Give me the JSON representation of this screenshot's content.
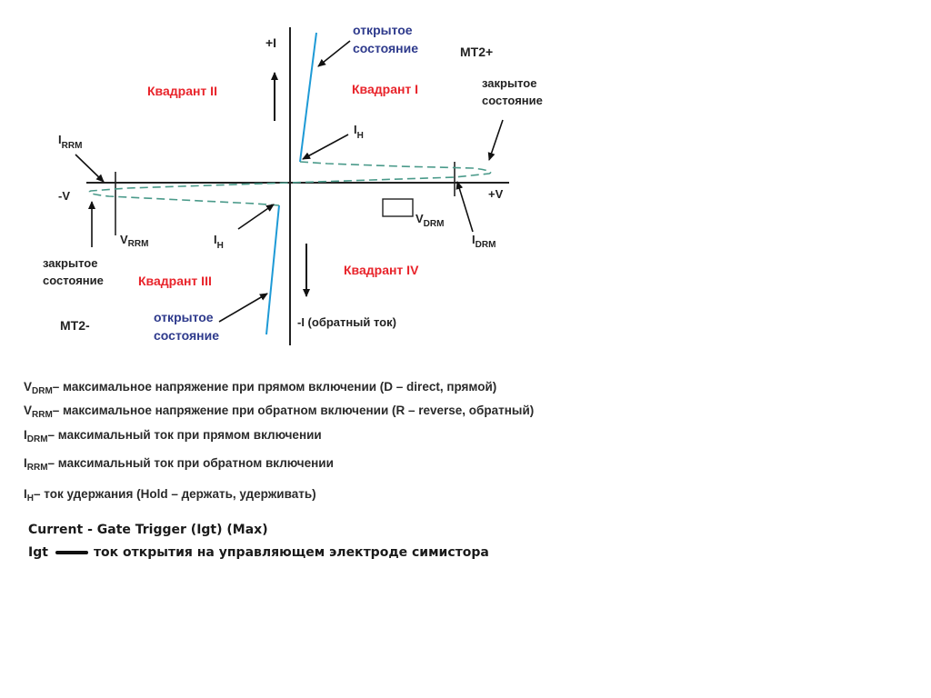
{
  "diagram": {
    "axis": {
      "plus_i": "+I",
      "minus_i": "-I (обратный ток)",
      "plus_v": "+V",
      "minus_v": "-V"
    },
    "quadrants": {
      "q1": "Квадрант I",
      "q2": "Квадрант II",
      "q3": "Квадрант III",
      "q4": "Квадрант IV"
    },
    "terminals": {
      "mt2_plus": "MT2+",
      "mt2_minus": "MT2-"
    },
    "states": {
      "open_top_l1": "открытое",
      "open_top_l2": "состояние",
      "closed_right_l1": "закрытое",
      "closed_right_l2": "состояние",
      "closed_left_l1": "закрытое",
      "closed_left_l2": "состояние",
      "open_bottom_l1": "открытое",
      "open_bottom_l2": "состояние"
    },
    "symbols": {
      "i_letter": "I",
      "v_letter": "V",
      "ih_sub": "H",
      "irrm_sub": "RRM",
      "vrrm_sub": "RRM",
      "vdrm_sub": "DRM",
      "idrm_sub": "DRM"
    },
    "colors": {
      "quadrant": "#e8232a",
      "open_state": "#2e3a8c",
      "curve_on": "#1e9ad6",
      "curve_off": "#4a9a8a"
    }
  },
  "legend": [
    {
      "sym": "V",
      "sub": "DRM",
      "text": "– максимальное напряжение при прямом включении (D – direct, прямой)"
    },
    {
      "sym": "V",
      "sub": "RRM",
      "text": "– максимальное напряжение при обратном включении (R – reverse, обратный)"
    },
    {
      "sym": "I",
      "sub": "DRM",
      "text": "– максимальный ток при прямом включении"
    },
    {
      "sym": "I",
      "sub": "RRM",
      "text": "– максимальный ток при обратном включении"
    },
    {
      "sym": "I",
      "sub": "H",
      "text": "– ток удержания (Hold – держать, удерживать)"
    }
  ],
  "footer": {
    "line1": "Current - Gate Trigger (Igt) (Max)",
    "igt_label": "Igt",
    "igt_desc": "ток открытия на управляющем электроде симистора"
  }
}
